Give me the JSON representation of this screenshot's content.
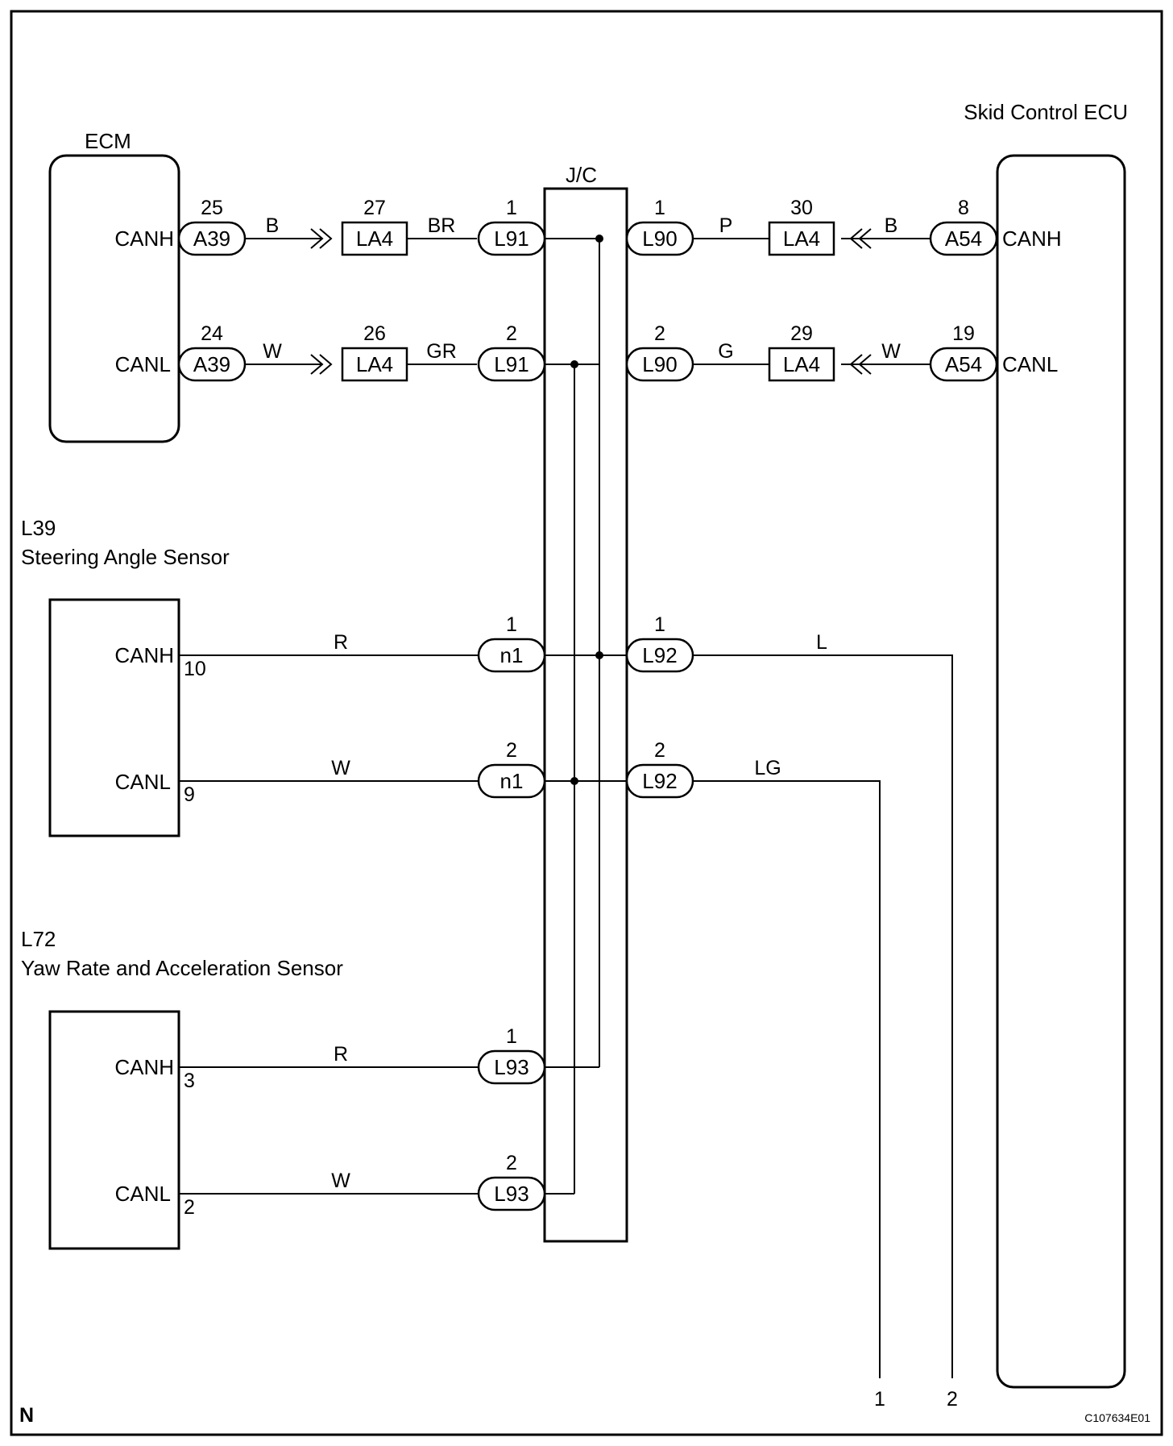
{
  "components": {
    "ecm": {
      "name": "ECM",
      "pins": {
        "canh": "CANH",
        "canl": "CANL"
      }
    },
    "skid": {
      "name": "Skid Control ECU",
      "pins": {
        "canh": "CANH",
        "canl": "CANL"
      }
    },
    "jc": {
      "name": "J/C"
    },
    "steering": {
      "code": "L39",
      "name": "Steering Angle Sensor",
      "pins": {
        "canh": "CANH",
        "canl": "CANL"
      },
      "pin_numbers": {
        "canh": "10",
        "canl": "9"
      }
    },
    "yaw": {
      "code": "L72",
      "name": "Yaw Rate and Acceleration Sensor",
      "pins": {
        "canh": "CANH",
        "canl": "CANL"
      },
      "pin_numbers": {
        "canh": "3",
        "canl": "2"
      }
    }
  },
  "ecm_side": {
    "canh": {
      "a39_pin": "25",
      "a39": "A39",
      "wire1": "B",
      "la4_pin": "27",
      "la4": "LA4",
      "wire2": "BR",
      "l91_pin": "1",
      "l91": "L91"
    },
    "canl": {
      "a39_pin": "24",
      "a39": "A39",
      "wire1": "W",
      "la4_pin": "26",
      "la4": "LA4",
      "wire2": "GR",
      "l91_pin": "2",
      "l91": "L91"
    }
  },
  "skid_side": {
    "canh": {
      "l90_pin": "1",
      "l90": "L90",
      "wire2": "P",
      "la4_pin": "30",
      "la4": "LA4",
      "wire1": "B",
      "a54_pin": "8",
      "a54": "A54"
    },
    "canl": {
      "l90_pin": "2",
      "l90": "L90",
      "wire2": "G",
      "la4_pin": "29",
      "la4": "LA4",
      "wire1": "W",
      "a54_pin": "19",
      "a54": "A54"
    }
  },
  "steering_side": {
    "canh": {
      "wire": "R",
      "n1_pin": "1",
      "n1": "n1",
      "l92_pin": "1",
      "l92": "L92",
      "wire_out": "L"
    },
    "canl": {
      "wire": "W",
      "n1_pin": "2",
      "n1": "n1",
      "l92_pin": "2",
      "l92": "L92",
      "wire_out": "LG"
    }
  },
  "yaw_side": {
    "canh": {
      "wire": "R",
      "l93_pin": "1",
      "l93": "L93"
    },
    "canl": {
      "wire": "W",
      "l93_pin": "2",
      "l93": "L93"
    }
  },
  "outputs": {
    "out1": "1",
    "out2": "2"
  },
  "footer": {
    "left": "N",
    "right": "C107634E01"
  }
}
